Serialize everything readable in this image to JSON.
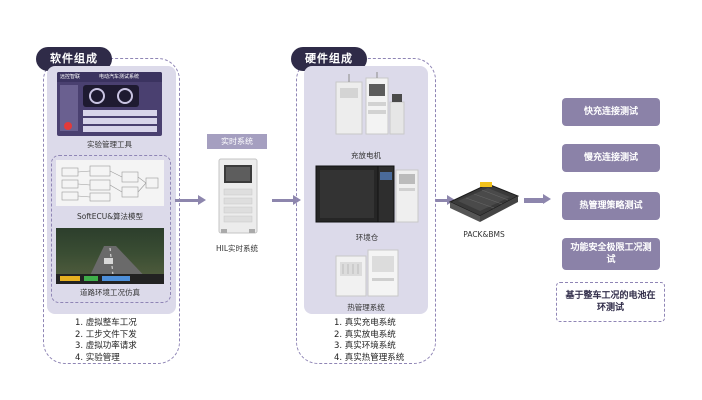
{
  "software": {
    "title": "软件组成",
    "mgmt_screen": {
      "brand": "远控智联",
      "screen_title": "电动汽车测试系统"
    },
    "mgmt_caption": "实验管理工具",
    "ecu_caption": "SoftECU&算法模型",
    "road_caption": "道路环境工况仿真",
    "items": [
      "1. 虚拟整车工况",
      "2. 工步文件下发",
      "3. 虚拟功率请求",
      "4. 实验管理"
    ]
  },
  "realtime": {
    "tag": "实时系统",
    "caption": "HIL实时系统"
  },
  "hardware": {
    "title": "硬件组成",
    "charger_caption": "充放电机",
    "chamber_caption": "环境仓",
    "thermal_caption": "热管理系统",
    "items": [
      "1. 真实充电系统",
      "2. 真实放电系统",
      "3. 真实环境系统",
      "4. 真实热管理系统"
    ]
  },
  "pack": {
    "caption": "PACK&BMS"
  },
  "tests": [
    "快充连接测试",
    "慢充连接测试",
    "热管理策略测试",
    "功能安全极限工况测试",
    "基于整车工况的电池在环测试"
  ],
  "colors": {
    "title_bg": "#2f2b48",
    "panel_bg": "#dcdaea",
    "test_box": "#8b82a8",
    "arrow": "#8d86ad",
    "frame": "#8f85b5"
  }
}
